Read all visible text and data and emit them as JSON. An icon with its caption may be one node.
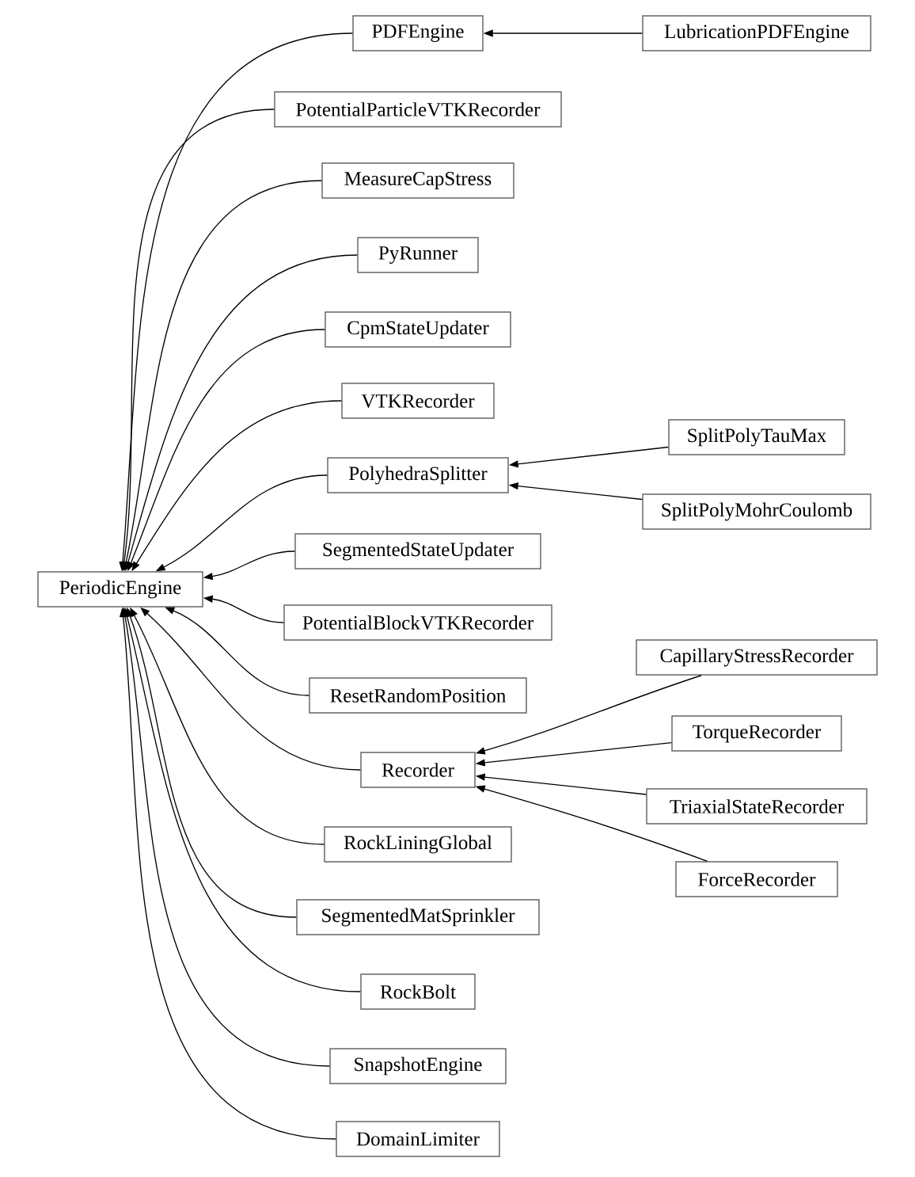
{
  "diagram": {
    "nodes": [
      {
        "text": [
          "PDFEngine"
        ]
      },
      {
        "text": [
          "LubricationPDFEngine"
        ]
      },
      {
        "text": [
          "PotentialParticleVTKRecorder"
        ]
      },
      {
        "text": [
          "MeasureCapStress"
        ]
      },
      {
        "text": [
          "PyRunner"
        ]
      },
      {
        "text": [
          "CpmStateUpdater"
        ]
      },
      {
        "text": [
          "VTKRecorder"
        ]
      },
      {
        "text": [
          "PolyhedraSplitter"
        ]
      },
      {
        "text": [
          "SplitPolyTauMax"
        ]
      },
      {
        "text": [
          "SplitPolyMohrCoulomb"
        ]
      },
      {
        "text": [
          "PeriodicEngine"
        ]
      },
      {
        "text": [
          "SegmentedStateUpdater"
        ]
      },
      {
        "text": [
          "PotentialBlockVTKRecorder"
        ]
      },
      {
        "text": [
          "CapillaryStressRecorder"
        ]
      },
      {
        "text": [
          "ResetRandomPosition"
        ]
      },
      {
        "text": [
          "Recorder"
        ]
      },
      {
        "text": [
          "TorqueRecorder"
        ]
      },
      {
        "text": [
          "TriaxialStateRecorder"
        ]
      },
      {
        "text": [
          "ForceRecorder"
        ]
      },
      {
        "text": [
          "RockLiningGlobal"
        ]
      },
      {
        "text": [
          "SegmentedMatSprinkler"
        ]
      },
      {
        "text": [
          "RockBolt"
        ]
      },
      {
        "text": [
          "SnapshotEngine"
        ]
      },
      {
        "text": [
          "DomainLimiter"
        ]
      }
    ],
    "edges": [
      {
        "from": 1,
        "to": 0,
        "arrow": "to"
      },
      {
        "from": 0,
        "to": 10,
        "arrow": "to"
      },
      {
        "from": 2,
        "to": 10,
        "arrow": "to"
      },
      {
        "from": 3,
        "to": 10,
        "arrow": "to"
      },
      {
        "from": 4,
        "to": 10,
        "arrow": "to"
      },
      {
        "from": 5,
        "to": 10,
        "arrow": "to"
      },
      {
        "from": 6,
        "to": 10,
        "arrow": "to"
      },
      {
        "from": 7,
        "to": 10,
        "arrow": "to"
      },
      {
        "from": 8,
        "to": 7,
        "arrow": "to"
      },
      {
        "from": 9,
        "to": 7,
        "arrow": "to"
      },
      {
        "from": 11,
        "to": 10,
        "arrow": "to"
      },
      {
        "from": 12,
        "to": 10,
        "arrow": "to"
      },
      {
        "from": 13,
        "to": 15,
        "arrow": "to"
      },
      {
        "from": 14,
        "to": 10,
        "arrow": "to"
      },
      {
        "from": 15,
        "to": 10,
        "arrow": "to"
      },
      {
        "from": 16,
        "to": 15,
        "arrow": "to"
      },
      {
        "from": 17,
        "to": 15,
        "arrow": "to"
      },
      {
        "from": 18,
        "to": 15,
        "arrow": "to"
      },
      {
        "from": 19,
        "to": 10,
        "arrow": "to"
      },
      {
        "from": 20,
        "to": 10,
        "arrow": "to"
      },
      {
        "from": 21,
        "to": 10,
        "arrow": "to"
      },
      {
        "from": 22,
        "to": 10,
        "arrow": "to"
      },
      {
        "from": 23,
        "to": 10,
        "arrow": "to"
      }
    ]
  }
}
